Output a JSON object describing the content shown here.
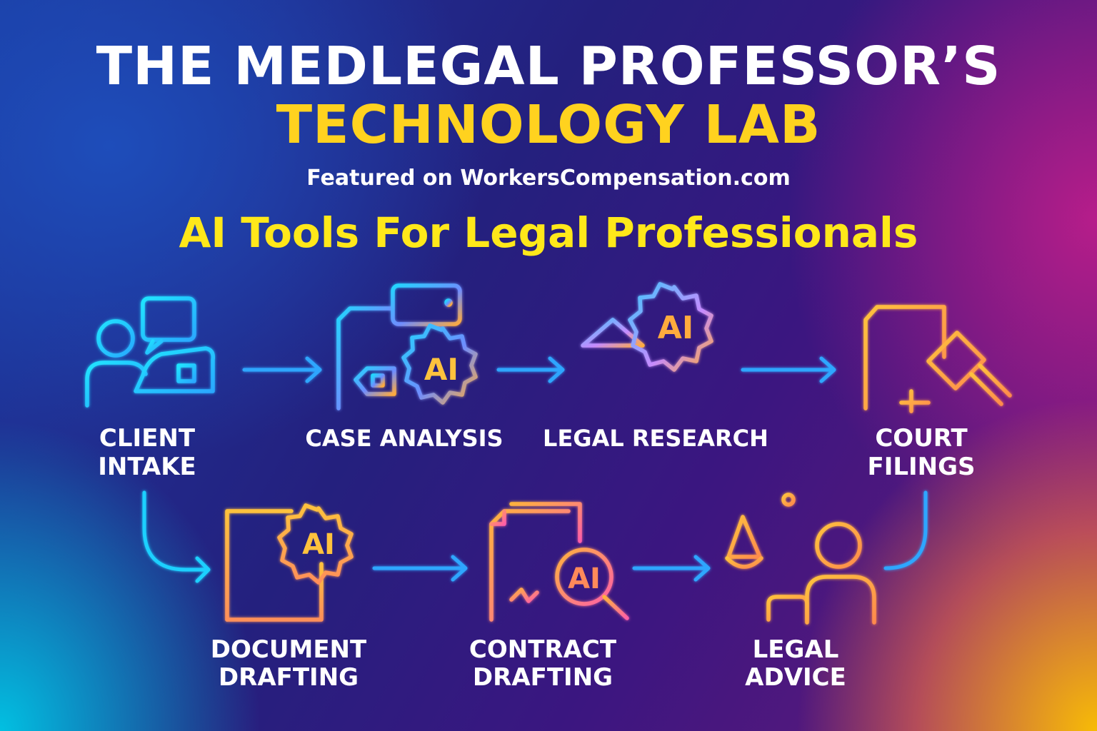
{
  "header": {
    "title_line1": "THE MEDLEGAL PROFESSOR’S",
    "title_line2": "TECHNOLOGY LAB",
    "featured": "Featured on WorkersCompensation.com",
    "subtitle": "AI Tools For Legal Professionals"
  },
  "steps": [
    {
      "line1": "CLIENT",
      "line2": "INTAKE"
    },
    {
      "line1": "CASE ANALYSIS",
      "line2": ""
    },
    {
      "line1": "LEGAL RESEARCH",
      "line2": ""
    },
    {
      "line1": "COURT",
      "line2": "FILINGS"
    },
    {
      "line1": "DOCUMENT",
      "line2": "DRAFTING"
    },
    {
      "line1": "CONTRACT",
      "line2": "DRAFTING"
    },
    {
      "line1": "LEGAL",
      "line2": "ADVICE"
    }
  ],
  "badges": {
    "ai": "AI"
  },
  "colors": {
    "cyan": "#1fd8ff",
    "blue": "#2f9bff",
    "orange": "#ffab3d",
    "pink": "#ff7aa8",
    "yellow": "#ffd21f"
  }
}
